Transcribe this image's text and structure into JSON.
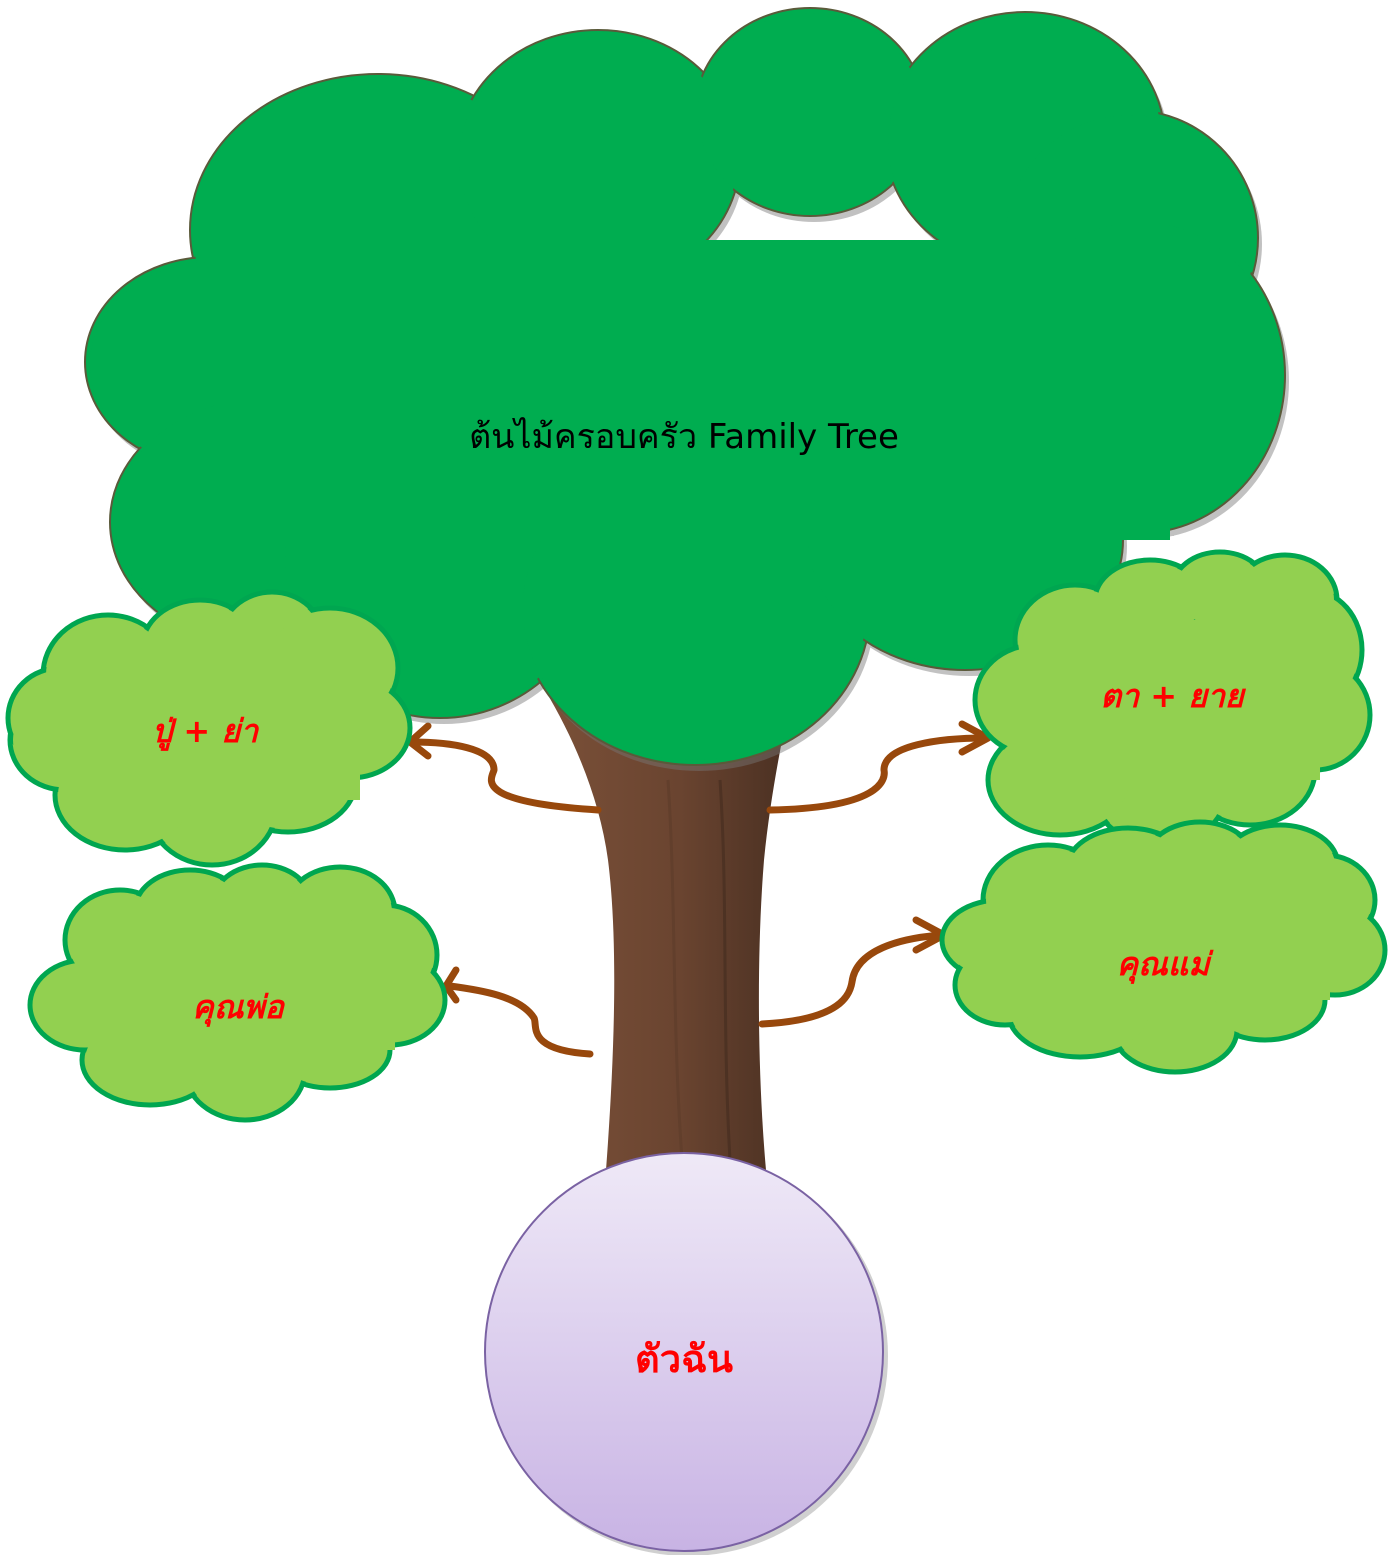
{
  "title": "ต้นไม้ครอบครัว Family Tree",
  "nodes": {
    "paternal_grandparents": "ปู่ + ย่า",
    "maternal_grandparents": "ตา + ยาย",
    "father": "คุณพ่อ",
    "mother": "คุณแม่",
    "self": "ตัวฉัน"
  },
  "colors": {
    "canopy": "#00ad50",
    "canopy_outline": "#5a5a3a",
    "leaf_cloud": "#92d050",
    "leaf_cloud_outline": "#00a650",
    "trunk": "#6b4632",
    "branch": "#98480c",
    "label_red": "#ff0000",
    "self_circle_top": "#efe9f7",
    "self_circle_bottom": "#c8b3e4",
    "self_circle_outline": "#7a62a3"
  }
}
